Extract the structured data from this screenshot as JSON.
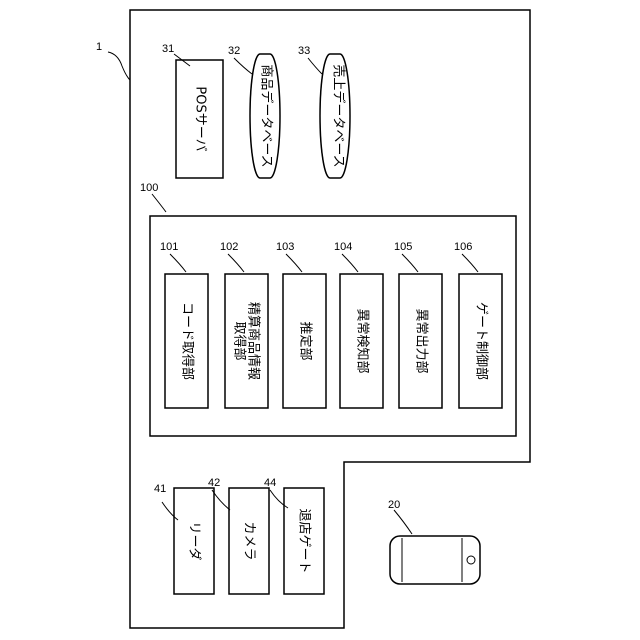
{
  "system": {
    "ref": "1"
  },
  "pos_server": {
    "ref": "31",
    "label": "POSサーバ"
  },
  "product_db": {
    "ref": "32",
    "label": "商品データベース"
  },
  "sales_db": {
    "ref": "33",
    "label": "売上データベース"
  },
  "device": {
    "ref": "100"
  },
  "units": [
    {
      "ref": "101",
      "lines": [
        "コード取得部"
      ]
    },
    {
      "ref": "102",
      "lines": [
        "精算商品情報",
        "取得部"
      ]
    },
    {
      "ref": "103",
      "lines": [
        "推定部"
      ]
    },
    {
      "ref": "104",
      "lines": [
        "異常検知部"
      ]
    },
    {
      "ref": "105",
      "lines": [
        "異常出力部"
      ]
    },
    {
      "ref": "106",
      "lines": [
        "ゲート制御部"
      ]
    }
  ],
  "reader": {
    "ref": "41",
    "label": "リーダ"
  },
  "camera": {
    "ref": "42",
    "label": "カメラ"
  },
  "exit_gate": {
    "ref": "44",
    "label": "退店ゲート"
  },
  "terminal": {
    "ref": "20"
  }
}
